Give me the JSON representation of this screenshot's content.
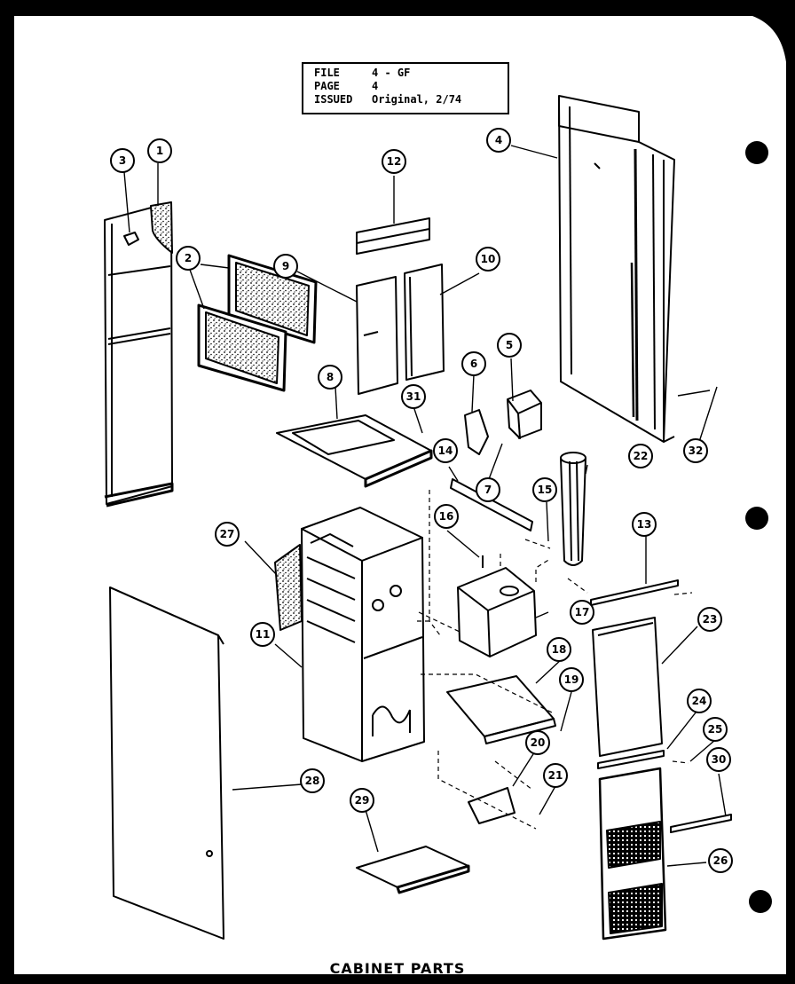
{
  "header": {
    "file_label": "FILE",
    "file_value": "4 - GF",
    "page_label": "PAGE",
    "page_value": "4",
    "issued_label": "ISSUED",
    "issued_value": "Original, 2/74"
  },
  "caption": "CABINET PARTS",
  "callouts": [
    "1",
    "2",
    "3",
    "4",
    "5",
    "6",
    "7",
    "8",
    "9",
    "10",
    "11",
    "12",
    "13",
    "14",
    "15",
    "16",
    "17",
    "18",
    "19",
    "20",
    "21",
    "22",
    "23",
    "24",
    "25",
    "26",
    "27",
    "28",
    "29",
    "30",
    "31",
    "32"
  ],
  "colors": {
    "ink": "#000000",
    "paper": "#ffffff",
    "background": "#000000"
  }
}
